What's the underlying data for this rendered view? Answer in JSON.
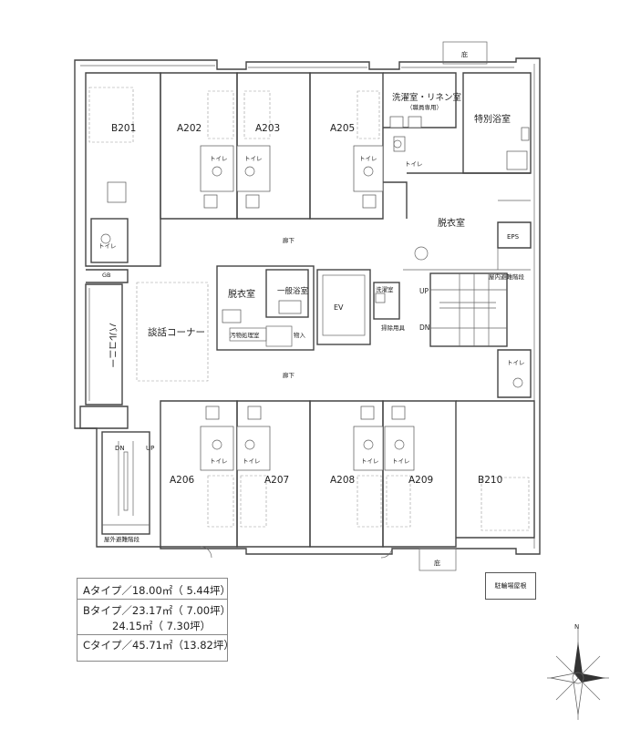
{
  "rooms": {
    "b201": "B201",
    "a202": "A202",
    "a203": "A203",
    "a205": "A205",
    "a206": "A206",
    "a207": "A207",
    "a208": "A208",
    "a209": "A209",
    "b210": "B210"
  },
  "spaces": {
    "laundry_linen": "洗濯室・リネン室",
    "staff_only": "（職員専用）",
    "special_bath": "特別浴室",
    "changing_room_1": "脱衣室",
    "changing_room_2": "脱衣室",
    "toilet": "トイレ",
    "eps": "EPS",
    "corridor_1": "廊下",
    "corridor_2": "廊下",
    "gb": "GB",
    "balcony": "バルコニー",
    "lounge": "談話コーナー",
    "general_bath": "一般浴室",
    "filth_room": "汚物処理室",
    "storage_in": "物入",
    "ev": "EV",
    "washroom": "洗濯室",
    "cleaning_tools": "掃除用具",
    "indoor_stairs": "屋内避難階段",
    "outdoor_stairs": "屋外避難階段",
    "up": "UP",
    "dn": "DN",
    "eaves": "庇",
    "bike_parking": "駐輪場屋根",
    "north": "N"
  },
  "legend": [
    {
      "line": "Aタイプ／18.00㎡（ 5.44坪）"
    },
    {
      "line": "Bタイプ／23.17㎡（ 7.00坪）"
    },
    {
      "line": "24.15㎡（ 7.30坪）"
    },
    {
      "line": "Cタイプ／45.71㎡（13.82坪）"
    }
  ]
}
